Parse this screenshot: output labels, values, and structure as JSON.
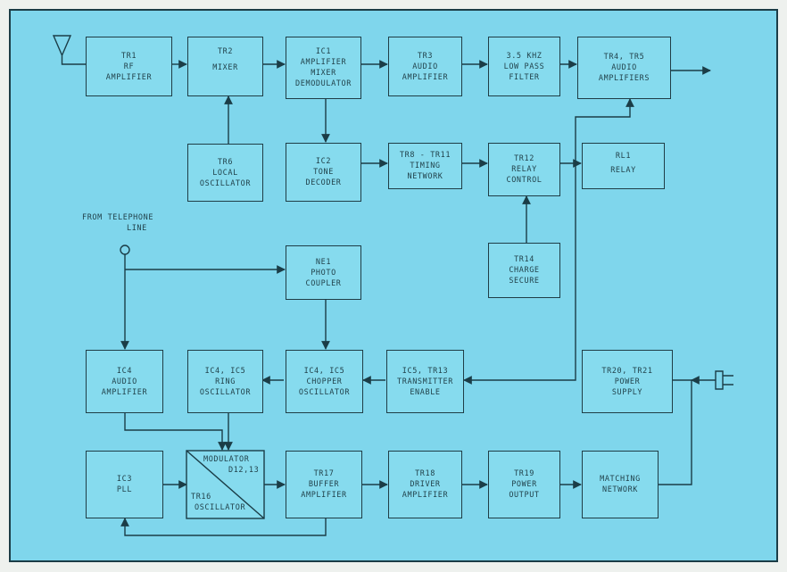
{
  "blocks": {
    "tr1": {
      "lines": [
        "TR1",
        "RF",
        "AMPLIFIER"
      ]
    },
    "tr2": {
      "lines": [
        "TR2",
        "MIXER"
      ]
    },
    "ic1": {
      "lines": [
        "IC1",
        "AMPLIFIER",
        "MIXER",
        "DEMODULATOR"
      ]
    },
    "tr3": {
      "lines": [
        "TR3",
        "AUDIO",
        "AMPLIFIER"
      ]
    },
    "lpf": {
      "lines": [
        "3.5 KHZ",
        "LOW PASS",
        "FILTER"
      ]
    },
    "tr45": {
      "lines": [
        "TR4, TR5",
        "AUDIO",
        "AMPLIFIERS"
      ]
    },
    "tr6": {
      "lines": [
        "TR6",
        "LOCAL",
        "OSCILLATOR"
      ]
    },
    "ic2": {
      "lines": [
        "IC2",
        "TONE",
        "DECODER"
      ]
    },
    "tr811": {
      "lines": [
        "TR8 - TR11",
        "TIMING",
        "NETWORK"
      ]
    },
    "tr12": {
      "lines": [
        "TR12",
        "RELAY",
        "CONTROL"
      ]
    },
    "rl1": {
      "lines": [
        "RL1",
        "RELAY"
      ]
    },
    "ne1": {
      "lines": [
        "NE1",
        "PHOTO",
        "COUPLER"
      ]
    },
    "tr14": {
      "lines": [
        "TR14",
        "CHARGE",
        "SECURE"
      ]
    },
    "ic4a": {
      "lines": [
        "IC4",
        "AUDIO",
        "AMPLIFIER"
      ]
    },
    "ring": {
      "lines": [
        "IC4, IC5",
        "RING",
        "OSCILLATOR"
      ]
    },
    "chop": {
      "lines": [
        "IC4, IC5",
        "CHOPPER",
        "OSCILLATOR"
      ]
    },
    "txen": {
      "lines": [
        "IC5, TR13",
        "TRANSMITTER",
        "ENABLE"
      ]
    },
    "psu": {
      "lines": [
        "TR20, TR21",
        "POWER",
        "SUPPLY"
      ]
    },
    "ic3": {
      "lines": [
        "IC3",
        "PLL"
      ]
    },
    "tr17": {
      "lines": [
        "TR17",
        "BUFFER",
        "AMPLIFIER"
      ]
    },
    "tr18": {
      "lines": [
        "TR18",
        "DRIVER",
        "AMPLIFIER"
      ]
    },
    "tr19": {
      "lines": [
        "TR19",
        "POWER",
        "OUTPUT"
      ]
    },
    "match": {
      "lines": [
        "MATCHING",
        "NETWORK"
      ]
    }
  },
  "modulator": {
    "top": "MODULATOR",
    "mid": "D12,13",
    "bottom1": "TR16",
    "bottom2": "OSCILLATOR"
  },
  "telephone_label": {
    "line1": "FROM TELEPHONE",
    "line2": "LINE"
  },
  "colors": {
    "background": "#7fd6ec",
    "lines": "#1b3d47",
    "text": "#22434c"
  }
}
